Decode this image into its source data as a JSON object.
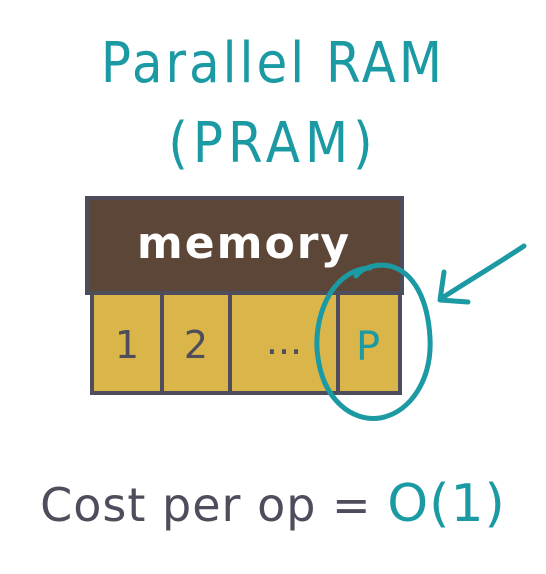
{
  "title": {
    "line1": "Parallel RAM",
    "line2": "(PRAM)"
  },
  "memory": {
    "label": "memory"
  },
  "processors": {
    "cells": [
      "1",
      "2",
      "...",
      "P"
    ]
  },
  "cost": {
    "prefix": "Cost per op = ",
    "value": "O(1)"
  },
  "colors": {
    "teal": "#1b9aa3",
    "memory_fill": "#5b4638",
    "cell_fill": "#d9b54a",
    "outline": "#4d4d5c"
  }
}
